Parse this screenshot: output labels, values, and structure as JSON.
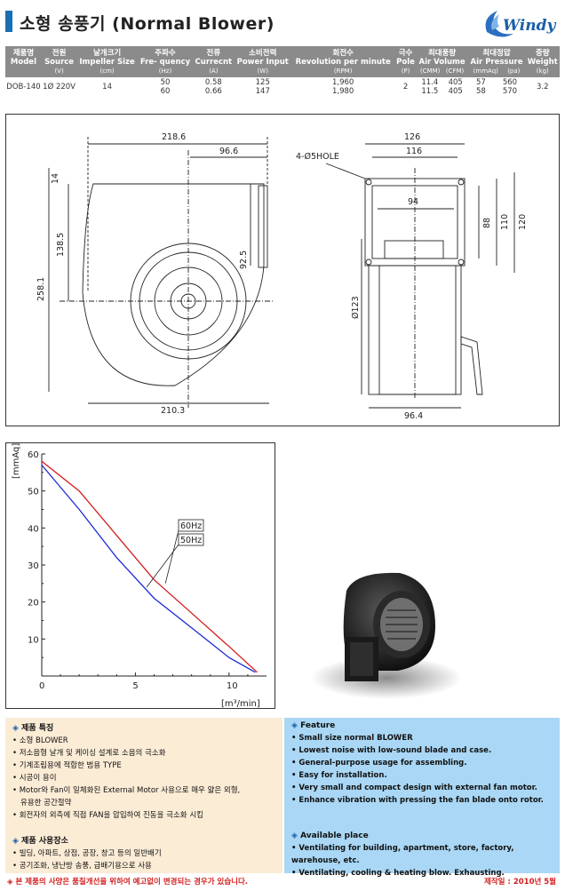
{
  "header": {
    "title": "소형 송풍기 (Normal Blower)",
    "brand": "Windy"
  },
  "spec_table": {
    "headers": [
      {
        "ko": "제품명",
        "en": "Model",
        "unit": ""
      },
      {
        "ko": "전원",
        "en": "Source",
        "unit": "(V)"
      },
      {
        "ko": "날개크기",
        "en": "Impeller Size",
        "unit": "(cm)"
      },
      {
        "ko": "주파수",
        "en": "Fre- quency",
        "unit": "(Hz)"
      },
      {
        "ko": "전류",
        "en": "Currecnt",
        "unit": "(A)"
      },
      {
        "ko": "소비전력",
        "en": "Power Input",
        "unit": "(W)"
      },
      {
        "ko": "회전수",
        "en": "Revolution per minute",
        "unit": "(RPM)"
      },
      {
        "ko": "극수",
        "en": "Pole",
        "unit": "(P)"
      },
      {
        "ko": "최대풍량",
        "en": "Air Volume",
        "unit_a": "(CMM)",
        "unit_b": "(CFM)"
      },
      {
        "ko": "최대정압",
        "en": "Air Pressure",
        "unit_a": "(mmAq)",
        "unit_b": "(pa)"
      },
      {
        "ko": "중량",
        "en": "Weight",
        "unit": "(kg)"
      }
    ],
    "row": {
      "model": "DOB-140",
      "source": "1Ø 220V",
      "impeller": "14",
      "freq": [
        "50",
        "60"
      ],
      "current": [
        "0.58",
        "0.66"
      ],
      "power": [
        "125",
        "147"
      ],
      "rpm": [
        "1,960",
        "1,980"
      ],
      "pole": "2",
      "cmm": [
        "11.4",
        "11.5"
      ],
      "cfm": [
        "405",
        "405"
      ],
      "mmaq": [
        "57",
        "58"
      ],
      "pa": [
        "560",
        "570"
      ],
      "weight": "3.2"
    }
  },
  "drawing": {
    "front": {
      "dim_overall_width": "218.6",
      "dim_half_width": "96.6",
      "dim_top": "14",
      "dim_center_height": "138.5",
      "dim_overall_height": "258.1",
      "dim_outlet": "92.5",
      "dim_bottom_width": "210.3"
    },
    "side": {
      "hole_note": "4-Ø5HOLE",
      "dim_126": "126",
      "dim_116": "116",
      "dim_94": "94",
      "dim_88": "88",
      "dim_110": "110",
      "dim_120": "120",
      "dim_dia": "Ø123",
      "dim_bottom": "96.4"
    }
  },
  "chart_data": {
    "type": "line",
    "ylabel": "[mmAq]",
    "xlabel": "[m³/min]",
    "xlim": [
      0,
      12
    ],
    "ylim": [
      0,
      60
    ],
    "xticks": [
      "0",
      "5",
      "10"
    ],
    "yticks": [
      "10",
      "20",
      "30",
      "40",
      "50",
      "60"
    ],
    "series": [
      {
        "name": "60Hz",
        "color": "#d41a1a",
        "x": [
          0,
          2,
          4,
          6,
          8,
          10,
          11.5
        ],
        "y": [
          58,
          50,
          38,
          26,
          17,
          8,
          1
        ]
      },
      {
        "name": "50Hz",
        "color": "#1a2ad4",
        "x": [
          0,
          2,
          4,
          6,
          8,
          10,
          11.4
        ],
        "y": [
          57,
          45,
          32,
          21,
          13,
          5,
          1
        ]
      }
    ]
  },
  "features": {
    "ko_title": "제품 특징",
    "ko_items": [
      {
        "text": "소형 BLOWER",
        "cont": false
      },
      {
        "text": "저소음형 날개 및 케이싱 설계로 소음의 극소화",
        "cont": false
      },
      {
        "text": "기계조립용에 적합한 범용 TYPE",
        "cont": false
      },
      {
        "text": "시공이 용이",
        "cont": false
      },
      {
        "text": "Motor와 Fan이 일체화된 External Motor 사용으로 매우 얇은 외형,",
        "cont": false
      },
      {
        "text": "유용한 공간절약",
        "cont": true
      },
      {
        "text": "회전자의 외측에 직접 FAN을 압입하여 진동을 극소화 시킴",
        "cont": false
      }
    ],
    "en_title": "Feature",
    "en_items": [
      "Small size normal BLOWER",
      "Lowest noise with low-sound blade and case.",
      "General-purpose usage for assembling.",
      "Easy for installation.",
      "Very small and compact design with external fan motor.",
      "Enhance vibration with pressing the fan blade onto rotor."
    ]
  },
  "places": {
    "ko_title": "제품 사용장소",
    "ko_items": [
      "빌딩, 아파트, 상점, 공장, 창고 등의 일반배기",
      "공기조화, 냉난방 송풍, 급배기용으로 사용"
    ],
    "en_title": "Available place",
    "en_items": [
      "Ventilating for building, apartment, store, factory, warehouse, etc.",
      "Ventilating, cooling & heating blow. Exhausting."
    ]
  },
  "footer": {
    "note": "◈ 본 제품의 사양은 품질개선을 위하여 예고없이 변경되는 경우가 있습니다.",
    "date": "제작일 : 2010년 5월"
  }
}
